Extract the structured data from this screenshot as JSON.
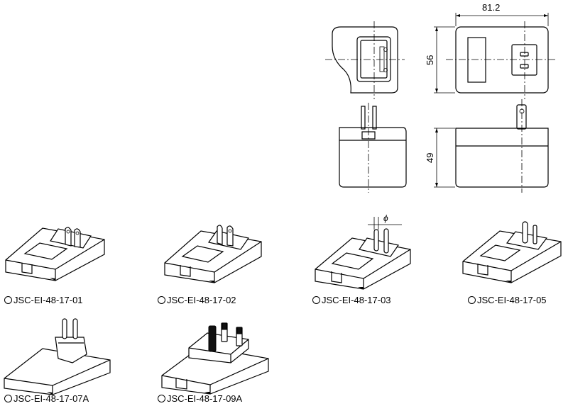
{
  "dimensions": {
    "width_label": "81.2",
    "height_front_label": "56",
    "height_side_label": "49",
    "diameter_symbol": "ϕ"
  },
  "models": [
    {
      "label": "JSC-EI-48-17-01"
    },
    {
      "label": "JSC-EI-48-17-02"
    },
    {
      "label": "JSC-EI-48-17-03"
    },
    {
      "label": "JSC-EI-48-17-05"
    },
    {
      "label": "JSC-EI-48-17-07A"
    },
    {
      "label": "JSC-EI-48-17-09A"
    }
  ]
}
